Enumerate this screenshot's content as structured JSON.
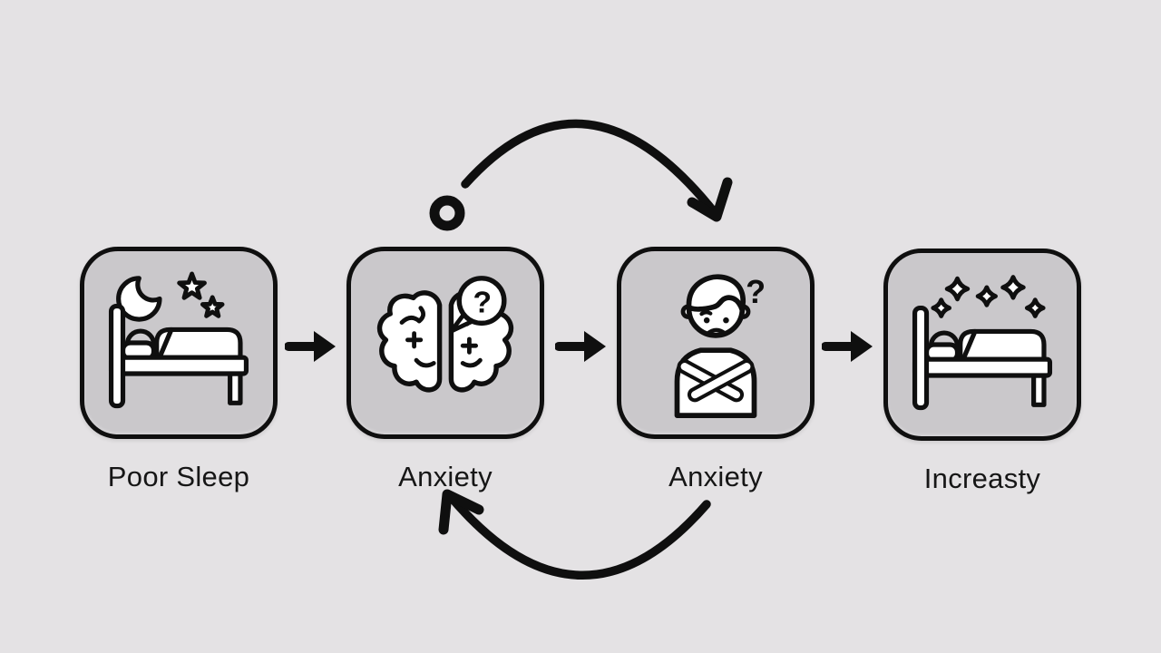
{
  "diagram": {
    "type": "cycle-flowchart",
    "colors": {
      "background": "#e4e2e4",
      "node_fill": "#cac8cb",
      "line": "#0f0f0f",
      "icon_fill": "#ffffff",
      "head_fill": "#cfcdd0"
    },
    "nodes": [
      {
        "id": "poor-sleep",
        "label": "Poor Sleep",
        "icon": "bed-moon-stars-icon"
      },
      {
        "id": "anxiety-brain",
        "label": "Anxiety",
        "icon": "brain-question-icon",
        "bubble_text": "?"
      },
      {
        "id": "anxiety-person",
        "label": "Anxiety",
        "icon": "worried-person-icon",
        "floating_text": "?"
      },
      {
        "id": "increasty",
        "label": "Increasty",
        "icon": "bed-sparkles-icon"
      }
    ],
    "flow_arrows": [
      {
        "from": "poor-sleep",
        "to": "anxiety-brain",
        "icon": "right-arrow-icon"
      },
      {
        "from": "anxiety-brain",
        "to": "anxiety-person",
        "icon": "right-arrow-icon"
      },
      {
        "from": "anxiety-person",
        "to": "increasty",
        "icon": "right-arrow-icon"
      }
    ],
    "cycle_arrows": [
      {
        "style": "arc-top",
        "from": "anxiety-brain",
        "to": "anxiety-person",
        "start_marker": "ring"
      },
      {
        "style": "arc-bottom",
        "from": "anxiety-person",
        "to": "anxiety-brain"
      }
    ]
  }
}
